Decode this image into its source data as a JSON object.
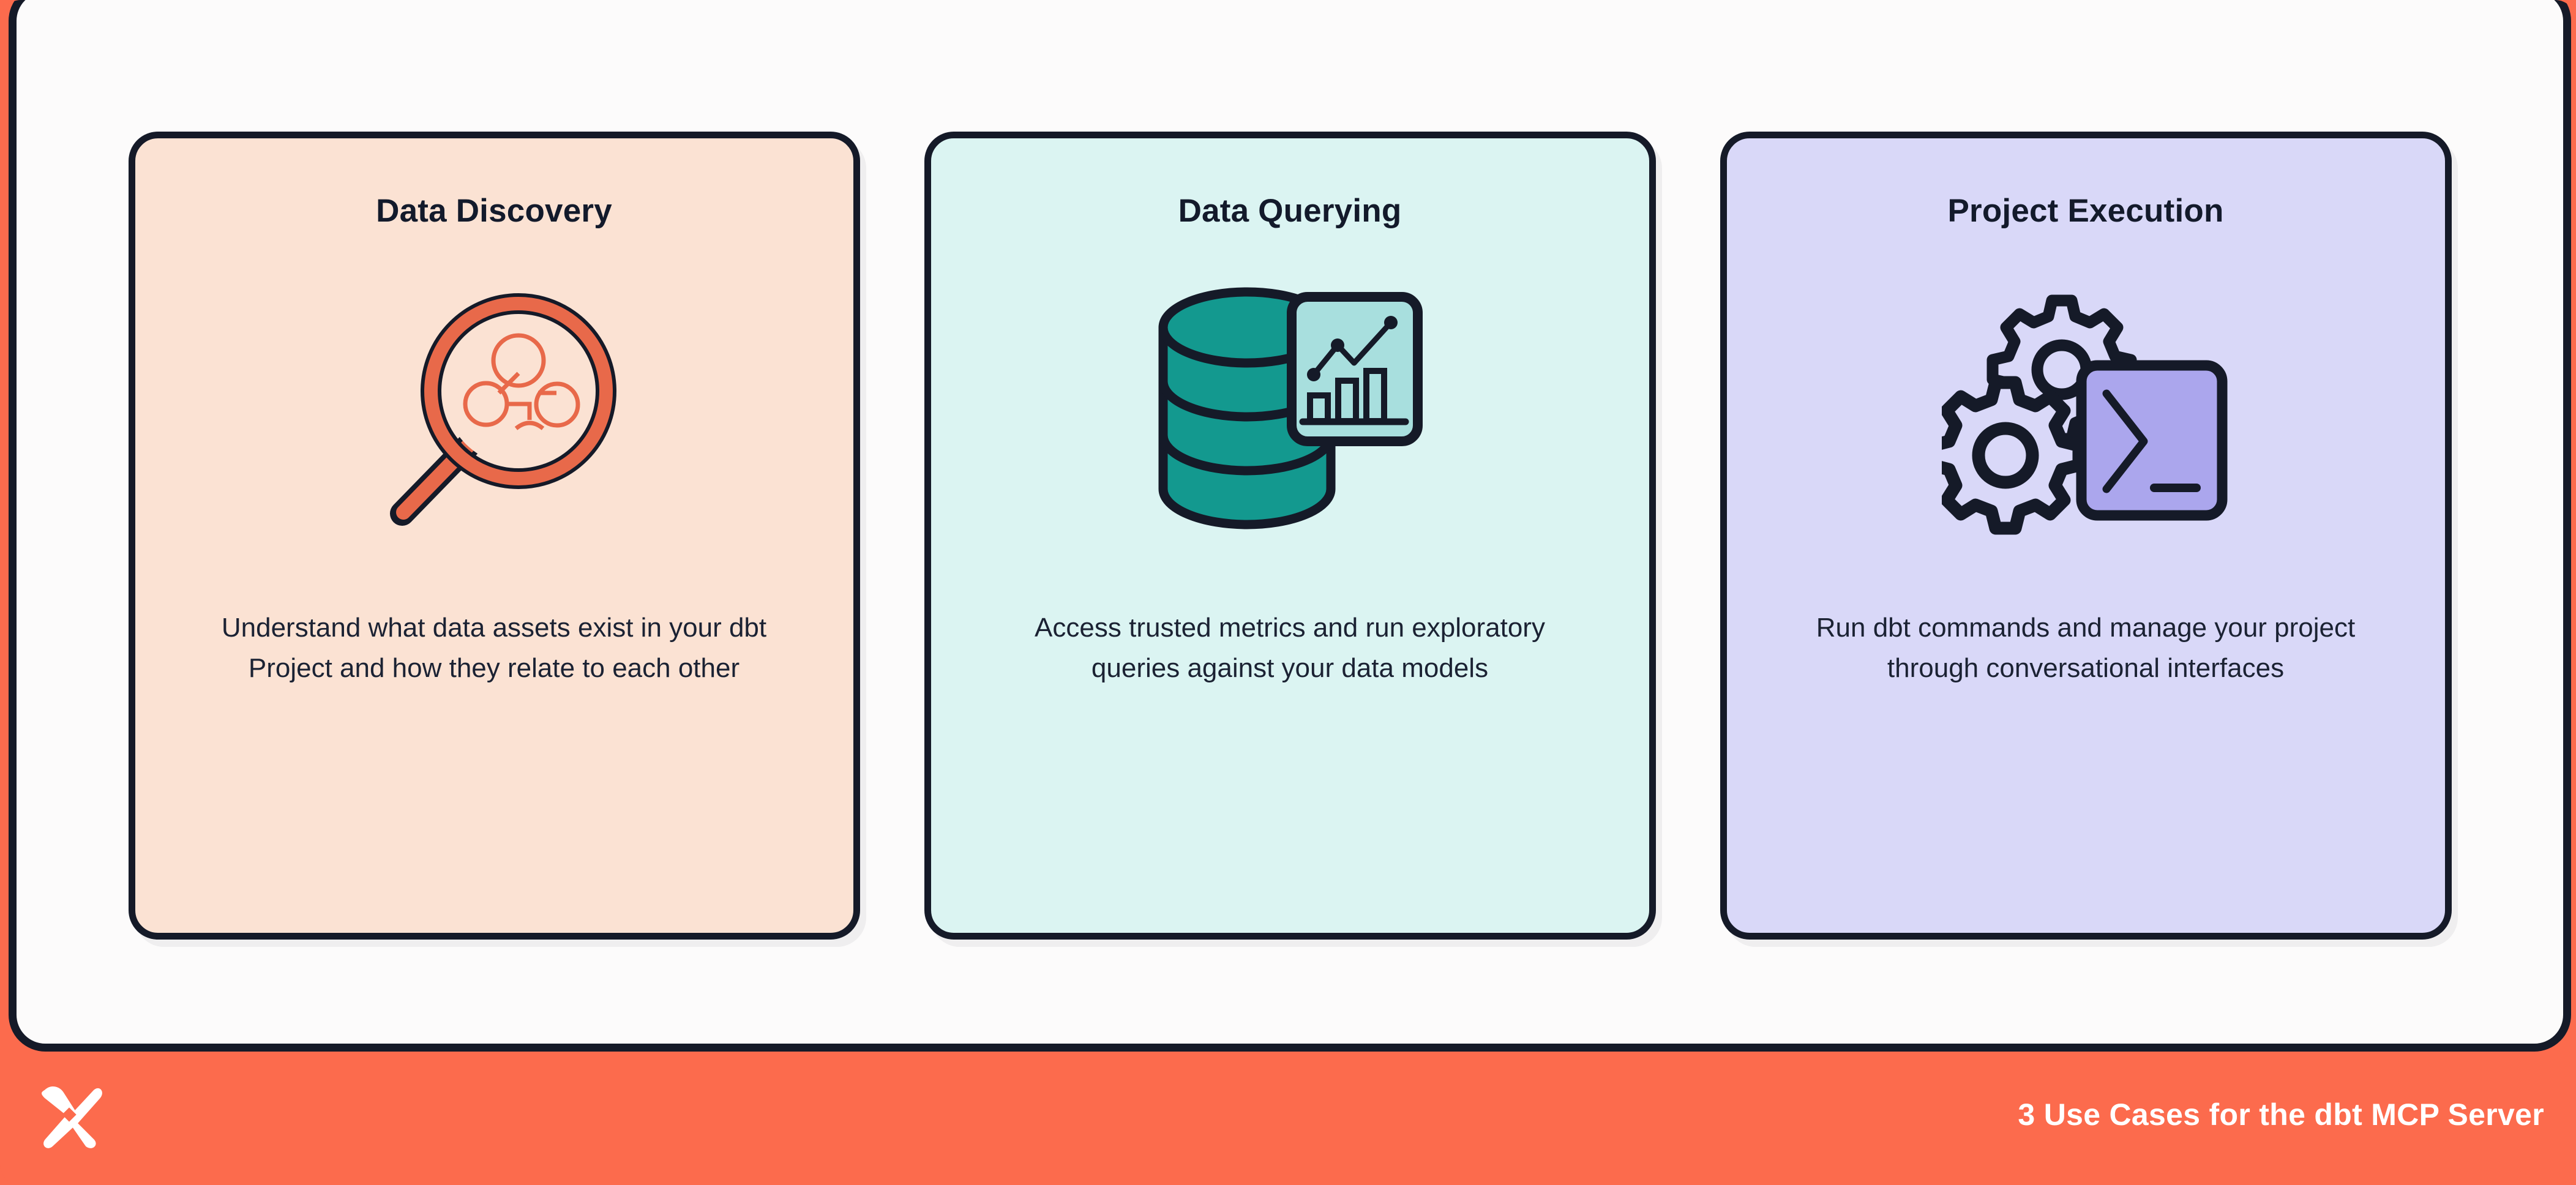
{
  "poster": {
    "background_color": "#FC6B4D",
    "panel_color": "#FCFBFB",
    "outline_color": "#151A28"
  },
  "cards": [
    {
      "title": "Data Discovery",
      "body": "Understand what data assets exist in your dbt Project and how they relate to each other",
      "background_color": "#FBE2D3",
      "accent_color": "#E8694A",
      "icon": "magnifier-lineage-icon"
    },
    {
      "title": "Data Querying",
      "body": "Access trusted metrics and run exploratory queries against your data models",
      "background_color": "#DBF4F2",
      "accent_color": "#13998F",
      "icon": "database-chart-icon"
    },
    {
      "title": "Project Execution",
      "body": "Run dbt commands and manage your project through conversational interfaces",
      "background_color": "#D9D8F8",
      "accent_color": "#ABA6ED",
      "icon": "gears-terminal-icon"
    }
  ],
  "footer": {
    "caption": "3 Use Cases for the dbt MCP Server",
    "logo": "dbt-logo-icon",
    "text_color": "#FFFFFF",
    "background_color": "#FC6B4D"
  }
}
